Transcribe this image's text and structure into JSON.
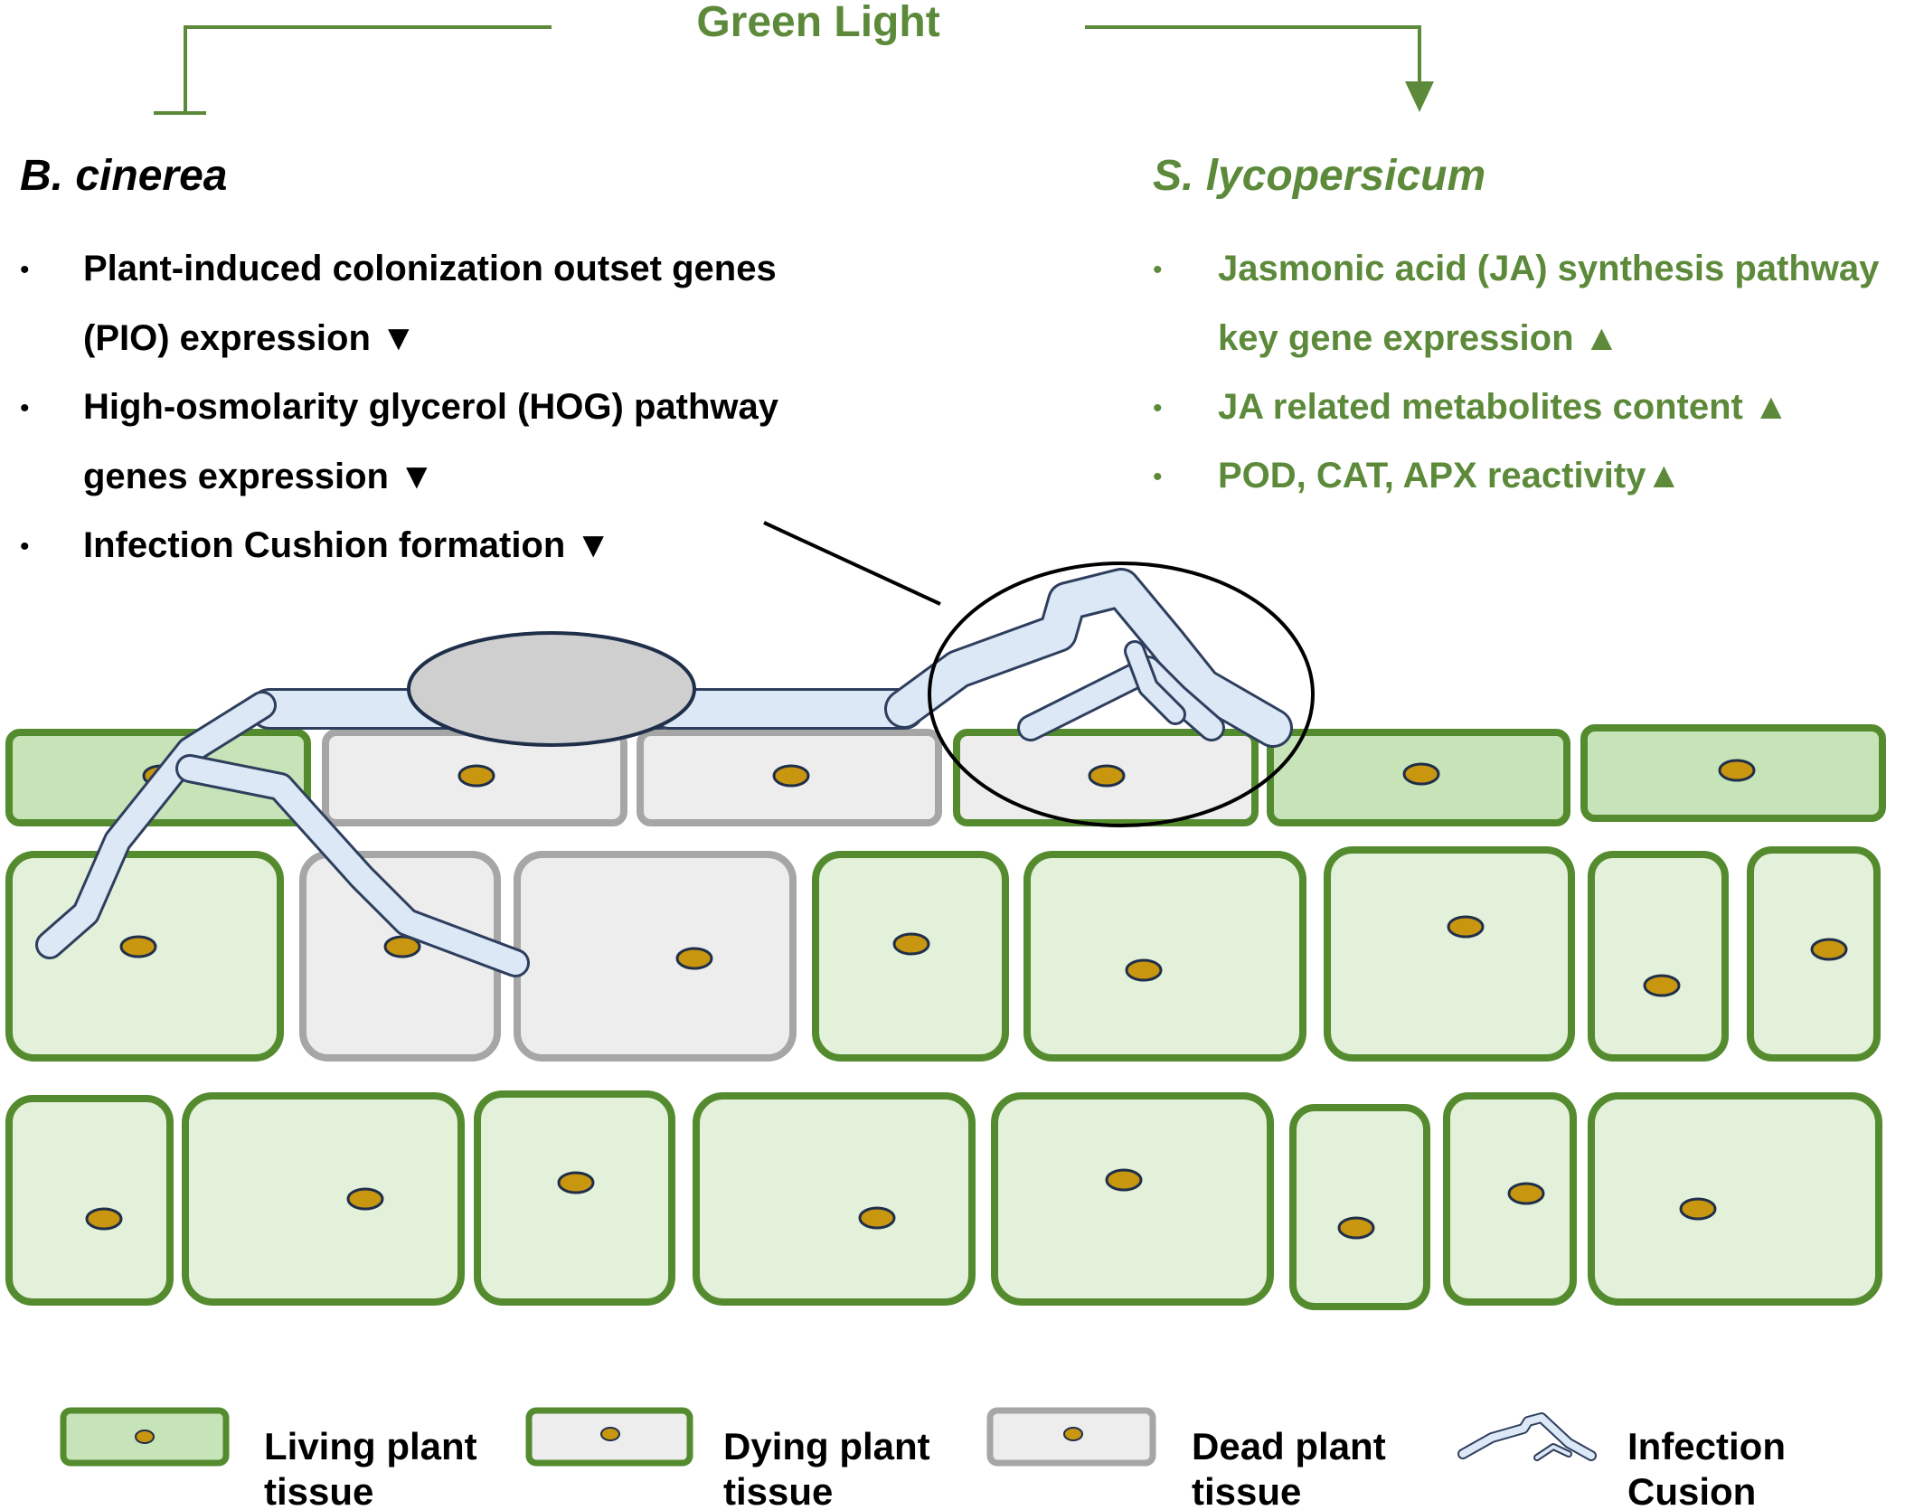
{
  "title": "Green Light",
  "left_panel": {
    "organism": "B. cinerea",
    "effects": [
      {
        "lines": [
          "Plant-induced colonization outset genes",
          "(PIO) expression ▼"
        ]
      },
      {
        "lines": [
          "High-osmolarity glycerol (HOG) pathway",
          "genes expression ▼"
        ]
      },
      {
        "lines": [
          "Infection Cushion formation ▼"
        ]
      }
    ]
  },
  "right_panel": {
    "organism": "S. lycopersicum",
    "effects": [
      {
        "lines": [
          "Jasmonic acid (JA) synthesis pathway",
          "key gene expression ▲"
        ]
      },
      {
        "lines": [
          "JA related metabolites content ▲"
        ]
      },
      {
        "lines": [
          "POD, CAT, APX reactivity▲"
        ]
      }
    ]
  },
  "legend": [
    {
      "type": "living",
      "lines": [
        "Living plant",
        "tissue"
      ]
    },
    {
      "type": "dying",
      "lines": [
        "Dying plant",
        "tissue"
      ]
    },
    {
      "type": "dead",
      "lines": [
        "Dead plant",
        "tissue"
      ]
    },
    {
      "type": "hypha",
      "lines": [
        "Infection",
        "Cusion"
      ]
    }
  ],
  "colors": {
    "accent_green": "#5c8a3a",
    "text_green": "#5c8a3a",
    "living_fill": "#c7e3b8",
    "living_light_fill": "#e3f0da",
    "cell_border_green": "#558b2f",
    "dead_border": "#a6a6a6",
    "dead_fill": "#ededed",
    "nucleus_fill": "#c8960f",
    "hypha_fill": "#dce8f6",
    "hypha_stroke": "#2e3f5e",
    "spore_fill": "#cfcfcf"
  }
}
